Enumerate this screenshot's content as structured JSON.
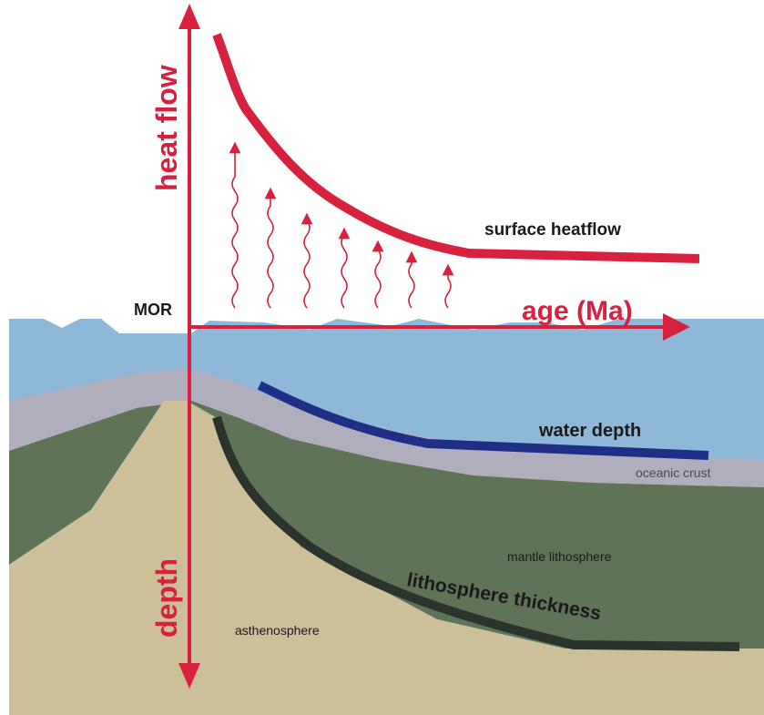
{
  "labels": {
    "heat_flow_axis": "heat flow",
    "depth_axis": "depth",
    "age_axis": "age (Ma)",
    "mor": "MOR",
    "surface_heatflow": "surface heatflow",
    "water_depth": "water depth",
    "oceanic_crust": "oceanic crust",
    "mantle_lithosphere": "mantle lithosphere",
    "lithosphere_thickness": "lithosphere thickness",
    "asthenosphere": "asthenosphere"
  },
  "colors": {
    "axis_red": "#d8213f",
    "water_blue": "#8db8d8",
    "crust_grey": "#b0aebd",
    "mantle_green": "#5f7356",
    "asthenosphere_tan": "#cdbf97",
    "water_depth_line": "#1f2f86",
    "lithosphere_line": "#2a342c",
    "label_dark": "#1a1a1a",
    "crust_label": "#4a4a4a"
  }
}
